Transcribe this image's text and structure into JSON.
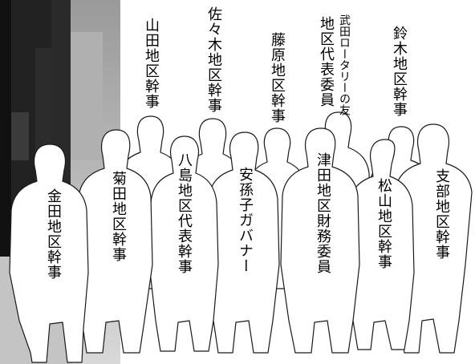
{
  "labels": {
    "kaneda": "金田地区幹事",
    "kikuta": "菊田地区幹事",
    "yamada": "山田地区幹事",
    "yashima": "八島地区代表幹事",
    "sasaki": "佐々木地区幹事",
    "governor": "安孫子ガバナー",
    "fujiwara": "藤原地区幹事",
    "takeda_line1": "武田ロータリーの友",
    "takeda_line2": "地区代表委員",
    "tsuda": "津田地区財務委員",
    "suzuki": "鈴木地区幹事",
    "matsuyama": "松山地区幹事",
    "shibu": "支部地区幹事"
  },
  "colors": {
    "background": "#ffffff",
    "silhouette_fill": "#ffffff",
    "silhouette_stroke": "#1a1a1a",
    "photo_dark": "#1f1f1f",
    "photo_light": "#c9c9c9"
  }
}
